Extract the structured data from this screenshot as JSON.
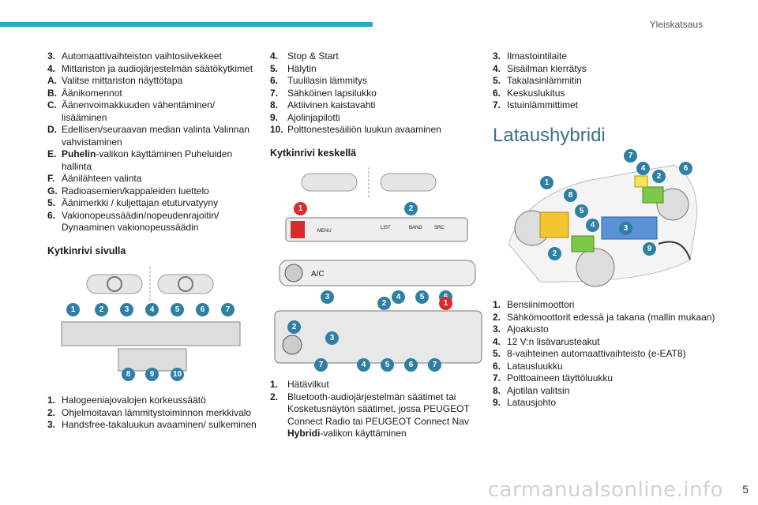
{
  "header": {
    "section": "Yleiskatsaus",
    "page": "5",
    "watermark": "carmanualsonline.info"
  },
  "col1": {
    "items": [
      {
        "key": "3.",
        "text": "Automaattivaihteiston vaihtosiivekkeet"
      },
      {
        "key": "4.",
        "text": "Mittariston ja audiojärjestelmän säätökytkimet"
      },
      {
        "key": "A.",
        "text": "Valitse mittariston näyttötapa"
      },
      {
        "key": "B.",
        "text": "Äänikomennot"
      },
      {
        "key": "C.",
        "text": "Äänenvoimakkuuden vähentäminen/ lisääminen"
      },
      {
        "key": "D.",
        "text": "Edellisen/seuraavan median valinta Valinnan vahvistaminen"
      },
      {
        "key": "E.",
        "bold": "Puhelin",
        "text": "-valikon käyttäminen Puheluiden hallinta"
      },
      {
        "key": "F.",
        "text": "Äänilähteen valinta"
      },
      {
        "key": "G.",
        "text": "Radioasemien/kappaleiden luettelo"
      },
      {
        "key": "5.",
        "text": "Äänimerkki / kuljettajan etuturvatyyny"
      },
      {
        "key": "6.",
        "text": "Vakionopeussäädin/nopeudenrajoitin/ Dynaaminen vakionopeussäädin"
      }
    ],
    "subheading": "Kytkinrivi sivulla",
    "figure": {
      "badges": [
        "1",
        "2",
        "3",
        "4",
        "5",
        "6",
        "7",
        "8",
        "9",
        "10"
      ]
    },
    "legend": [
      {
        "key": "1.",
        "text": "Halogeeniajovalojen korkeussäätö"
      },
      {
        "key": "2.",
        "text": "Ohjelmoitavan lämmitystoiminnon merkkivalo"
      },
      {
        "key": "3.",
        "text": "Handsfree-takaluukun avaaminen/ sulkeminen"
      }
    ]
  },
  "col2": {
    "items": [
      {
        "key": "4.",
        "text": "Stop & Start"
      },
      {
        "key": "5.",
        "text": "Hälytin"
      },
      {
        "key": "6.",
        "text": "Tuulilasin lämmitys"
      },
      {
        "key": "7.",
        "text": "Sähköinen lapsilukko"
      },
      {
        "key": "8.",
        "text": "Aktiivinen kaistavahti"
      },
      {
        "key": "9.",
        "text": "Ajolinjapilotti"
      },
      {
        "key": "10.",
        "text": "Polttonestesäiliön luukun avaaminen"
      }
    ],
    "subheading": "Kytkinrivi keskellä",
    "figure": {
      "panel_labels": [
        "MENU",
        "LIST",
        "BAND",
        "SRC",
        "A/C"
      ],
      "badges_top": [
        "1",
        "2"
      ],
      "badges_mid": [
        "3",
        "4",
        "5",
        "6"
      ],
      "badges_low": [
        "2",
        "1",
        "2",
        "3",
        "7",
        "4",
        "5",
        "6",
        "7"
      ]
    },
    "legend": [
      {
        "key": "1.",
        "text": "Hätävilkut"
      },
      {
        "key": "2.",
        "text": "Bluetooth-audiojärjestelmän säätimet tai Kosketusnäytön säätimet, jossa PEUGEOT Connect Radio tai PEUGEOT Connect Nav",
        "bold_tail": "Hybridi",
        "tail": "-valikon käyttäminen"
      }
    ]
  },
  "col3": {
    "items": [
      {
        "key": "3.",
        "text": "Ilmastointilaite"
      },
      {
        "key": "4.",
        "text": "Sisäilman kierrätys"
      },
      {
        "key": "5.",
        "text": "Takalasinlämmitin"
      },
      {
        "key": "6.",
        "text": "Keskuslukitus"
      },
      {
        "key": "7.",
        "text": "Istuinlämmittimet"
      }
    ],
    "heading": "Lataushybridi",
    "figure": {
      "badges": [
        "1",
        "2",
        "3",
        "4",
        "5",
        "6",
        "7",
        "8",
        "9",
        "2",
        "4"
      ]
    },
    "legend": [
      {
        "key": "1.",
        "text": "Bensiinimoottori"
      },
      {
        "key": "2.",
        "text": "Sähkömoottorit edessä ja takana (mallin mukaan)"
      },
      {
        "key": "3.",
        "text": "Ajoakusto"
      },
      {
        "key": "4.",
        "text": "12 V:n lisävarusteakut"
      },
      {
        "key": "5.",
        "text": "8-vaihteinen automaattivaihteisto (e-EAT8)"
      },
      {
        "key": "6.",
        "text": "Latausluukku"
      },
      {
        "key": "7.",
        "text": "Polttoaineen täyttöluukku"
      },
      {
        "key": "8.",
        "text": "Ajotilan valitsin"
      },
      {
        "key": "9.",
        "text": "Latausjohto"
      }
    ]
  },
  "colors": {
    "accent": "#2aa9c6",
    "badge": "#2e7fa3",
    "heading": "#3d6e8a",
    "warning": "#d92b2b"
  }
}
